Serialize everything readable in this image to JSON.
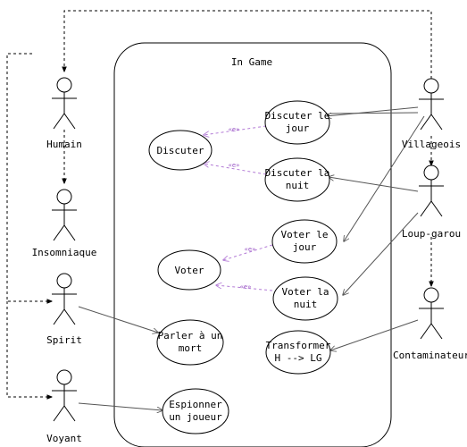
{
  "frame": {
    "title": "In Game"
  },
  "actors": {
    "humain": "Humain",
    "insomniaque": "Insomniaque",
    "spirit": "Spirit",
    "voyant": "Voyant",
    "villageois": "Villageois",
    "loup_garou": "Loup-garou",
    "contaminateur": "Contaminateur"
  },
  "use_cases": {
    "discuter": [
      "Discuter"
    ],
    "discuter_jour": [
      "Discuter le",
      "jour"
    ],
    "discuter_nuit": [
      "Discuter la",
      "nuit"
    ],
    "voter": [
      "Voter"
    ],
    "voter_jour": [
      "Voter le",
      "jour"
    ],
    "voter_nuit": [
      "Voter la",
      "nuit"
    ],
    "parler_mort": [
      "Parler à un",
      "mort"
    ],
    "transformer": [
      "Transformer",
      "H --> LG"
    ],
    "espionner": [
      "Espionner",
      "un joueur"
    ]
  },
  "include_label": "«e»"
}
